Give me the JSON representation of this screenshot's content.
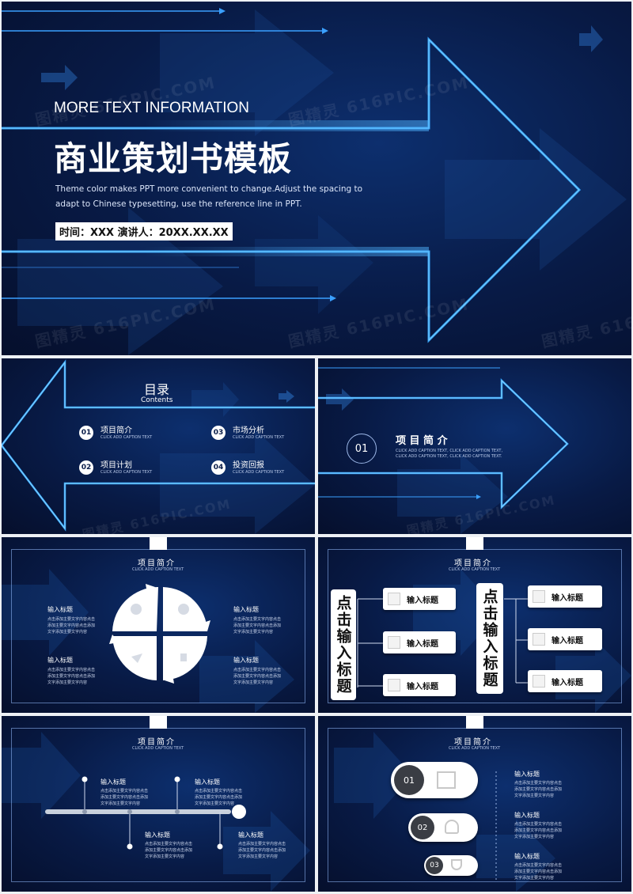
{
  "cover": {
    "subtitle": "MORE TEXT INFORMATION",
    "title": "商业策划书模板",
    "desc_line1": "Theme color makes PPT more convenient to change.Adjust the spacing to",
    "desc_line2": "adapt to Chinese typesetting, use the reference line in PPT.",
    "info": "时间：XXX  演讲人：20XX.XX.XX"
  },
  "watermark": "图精灵 616PIC.COM",
  "toc": {
    "title": "目录",
    "subtitle": "Contents",
    "items": [
      {
        "num": "01",
        "label": "项目简介",
        "caption": "CLICK ADD CAPTION TEXT"
      },
      {
        "num": "02",
        "label": "项目计划",
        "caption": "CLICK ADD CAPTION TEXT"
      },
      {
        "num": "03",
        "label": "市场分析",
        "caption": "CLICK ADD CAPTION TEXT"
      },
      {
        "num": "04",
        "label": "投资回报",
        "caption": "CLICK ADD CAPTION TEXT"
      }
    ]
  },
  "section": {
    "num": "01",
    "title": "项 目 简 介",
    "caption_line1": "CLICK ADD CAPTION TEXT, CLICK ADD CAPTION TEXT,",
    "caption_line2": "CLICK ADD CAPTION TEXT, CLICK ADD CAPTION TEXT."
  },
  "slide_header": {
    "title": "项目简介",
    "caption": "CLICK ADD CAPTION TEXT"
  },
  "placeholder": {
    "heading": "输入标题",
    "body_line1": "点击添加主要文字内容点击",
    "body_line2": "添加主要文字内容点击添加",
    "body_line3": "文字添加主要文字内容"
  },
  "vertical_label": "点击输入标题",
  "pill_label": "输入标题",
  "steps": [
    "01",
    "02",
    "03"
  ]
}
